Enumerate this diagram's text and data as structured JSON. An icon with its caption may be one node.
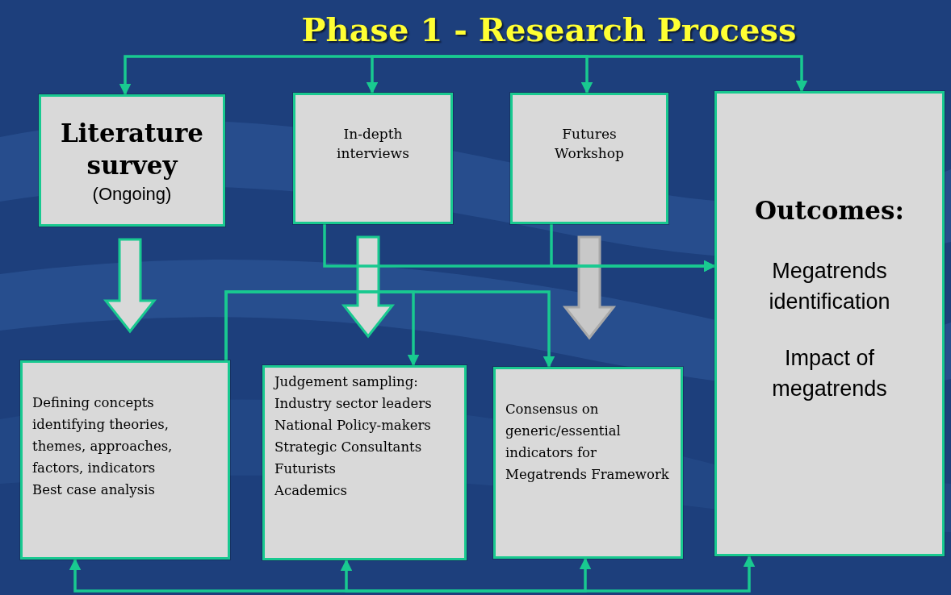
{
  "diagram": {
    "title": "Phase 1 - Research Process",
    "nodes": [
      {
        "text": [
          "Literature survey",
          "(Ongoing)"
        ]
      },
      {
        "text": [
          "In-depth interviews"
        ]
      },
      {
        "text": [
          "Futures Workshop"
        ]
      },
      {
        "text": [
          "Outcomes:",
          "Megatrends identification",
          "Impact of megatrends"
        ]
      },
      {
        "text": [
          "Defining concepts identifying theories, themes, approaches, factors, indicators",
          "Best case analysis"
        ]
      },
      {
        "text": [
          "Judgement sampling:",
          "Industry sector leaders",
          "National Policy-makers",
          "Strategic Consultants",
          "Futurists",
          "Academics"
        ]
      },
      {
        "text": [
          "Consensus on generic/essential indicators for Megatrends Framework"
        ]
      }
    ],
    "edges": [
      {
        "from": null,
        "to": 0,
        "arrow": "to"
      },
      {
        "from": null,
        "to": 1,
        "arrow": "to"
      },
      {
        "from": null,
        "to": 2,
        "arrow": "to"
      },
      {
        "from": null,
        "to": 3,
        "arrow": "to"
      },
      {
        "from": 0,
        "to": 4,
        "arrow": "to",
        "style": "thick"
      },
      {
        "from": 1,
        "to": 5,
        "arrow": "to",
        "style": "thick"
      },
      {
        "from": 2,
        "to": 6,
        "arrow": "to",
        "style": "thick",
        "color": "#c8c8c8"
      },
      {
        "from": 1,
        "to": 3,
        "arrow": "to"
      },
      {
        "from": 2,
        "to": 3,
        "arrow": "to"
      },
      {
        "from": 4,
        "to": 5,
        "arrow": "to"
      },
      {
        "from": 4,
        "to": 6,
        "arrow": "to"
      },
      {
        "from": null,
        "to": 4,
        "arrow": "to"
      },
      {
        "from": null,
        "to": 5,
        "arrow": "to"
      },
      {
        "from": null,
        "to": 6,
        "arrow": "to"
      },
      {
        "from": null,
        "to": 3,
        "arrow": "to"
      }
    ]
  }
}
